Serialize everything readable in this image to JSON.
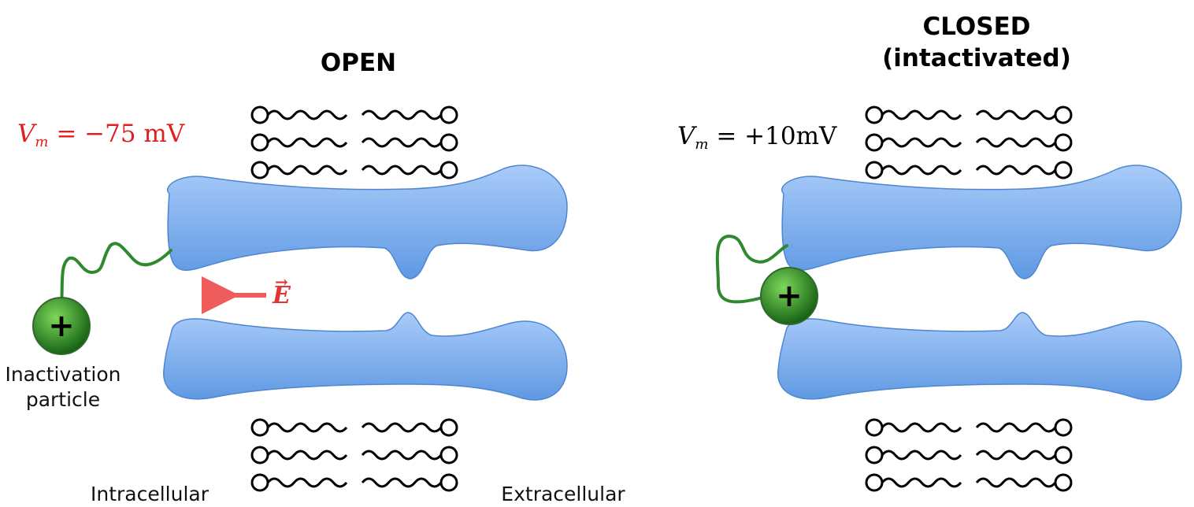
{
  "colors": {
    "protein_fill_top": "#a9cbf9",
    "protein_fill_bottom": "#5f99e3",
    "protein_stroke": "#4e86d0",
    "tether": "#2f8a2f",
    "particle_light": "#7fd95a",
    "particle_dark": "#0f5a10",
    "open_voltage_color": "#e02020",
    "closed_voltage_color": "#000000",
    "efield_color": "#e03535",
    "arrow_color": "#ee5c5c"
  },
  "open_panel": {
    "title": "OPEN",
    "voltage": {
      "variable": "V",
      "subscript": "m",
      "value": "= −75 mV"
    },
    "efield_label": "E",
    "particle_label": [
      "Inactivation",
      "particle"
    ],
    "particle_symbol": "+",
    "intracellular_label": "Intracellular",
    "extracellular_label": "Extracellular"
  },
  "closed_panel": {
    "title": [
      "CLOSED",
      "(intactivated)"
    ],
    "voltage": {
      "variable": "V",
      "subscript": "m",
      "value": "= +10mV"
    },
    "particle_symbol": "+"
  }
}
